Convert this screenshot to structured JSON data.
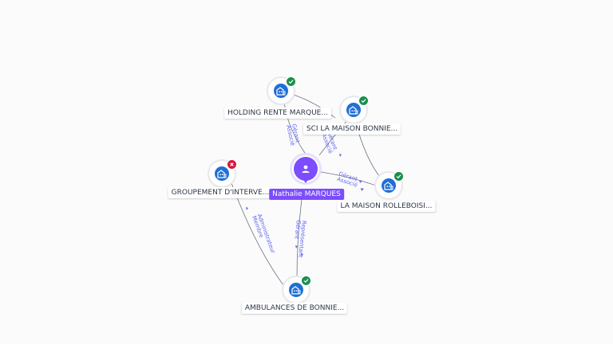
{
  "center": {
    "label": "Nathalie MARQUES",
    "icon": "person-icon",
    "color": "#7c4dff"
  },
  "companies": [
    {
      "id": "holding",
      "label": "HOLDING RENTE MARQUE...",
      "status": "active",
      "icon": "building-icon"
    },
    {
      "id": "sci",
      "label": "SCI LA MAISON BONNIE...",
      "status": "active",
      "icon": "building-icon"
    },
    {
      "id": "rolleboise",
      "label": "LA MAISON ROLLEBOISI...",
      "status": "active",
      "icon": "building-icon"
    },
    {
      "id": "groupement",
      "label": "GROUPEMENT D'INTERVE...",
      "status": "closed",
      "icon": "building-icon"
    },
    {
      "id": "ambulances",
      "label": "AMBULANCES DE BONNIE...",
      "status": "active",
      "icon": "building-icon"
    }
  ],
  "relations": [
    {
      "to": "holding",
      "labels": [
        "Gérant",
        "Associé"
      ]
    },
    {
      "to": "sci",
      "labels": [
        "Gérant",
        "Associé"
      ]
    },
    {
      "to": "rolleboise",
      "labels": [
        "Gérant",
        "Associé"
      ]
    },
    {
      "to": "ambulances",
      "labels": [
        "Gérant",
        "Représentant"
      ]
    },
    {
      "to": "groupement",
      "labels": [
        "Membre",
        "Administrateur"
      ]
    }
  ],
  "colors": {
    "active": "#1a8f4e",
    "closed": "#d1193f",
    "company": "#1f6fd6",
    "relation_text": "#6366f1"
  }
}
